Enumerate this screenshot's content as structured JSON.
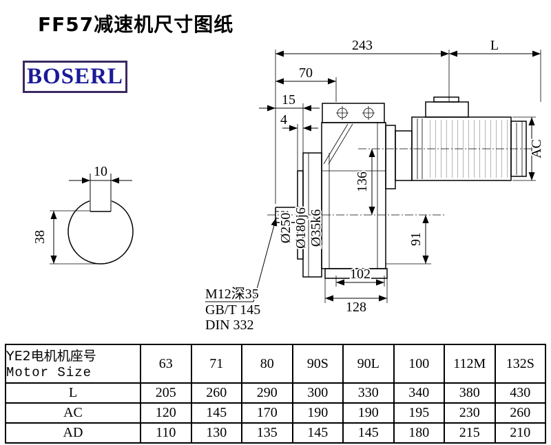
{
  "page": {
    "title": "FF57减速机尺寸图纸",
    "logo_text": "BOSERL"
  },
  "drawing": {
    "dims": {
      "total_length": "243",
      "motor_length": "L",
      "dim_70": "70",
      "dim_15": "15",
      "dim_4": "4",
      "key_width": "10",
      "key_height": "38",
      "motor_diameter": "AC",
      "dim_136": "136",
      "dim_91": "91",
      "dim_102": "102",
      "dim_128": "128",
      "flange_diameter": "Ø250",
      "spigot_diameter": "Ø180j6",
      "shaft_diameter": "Ø35k6"
    },
    "notes": [
      "M12深35",
      "GB/T 145",
      "DIN 332"
    ]
  },
  "table": {
    "header": {
      "label_cn": "YE2电机机座号",
      "label_en": "Motor Size",
      "sizes": [
        "63",
        "71",
        "80",
        "90S",
        "90L",
        "100",
        "112M",
        "132S"
      ]
    },
    "rows": [
      {
        "label": "L",
        "values": [
          "205",
          "260",
          "290",
          "300",
          "330",
          "340",
          "380",
          "430"
        ]
      },
      {
        "label": "AC",
        "values": [
          "120",
          "145",
          "170",
          "190",
          "190",
          "195",
          "230",
          "260"
        ]
      },
      {
        "label": "AD",
        "values": [
          "110",
          "130",
          "135",
          "145",
          "145",
          "180",
          "215",
          "210"
        ]
      }
    ]
  },
  "colors": {
    "logo_border": "#3a2960",
    "logo_text_color": "#1a1a99",
    "line": "#000000"
  }
}
